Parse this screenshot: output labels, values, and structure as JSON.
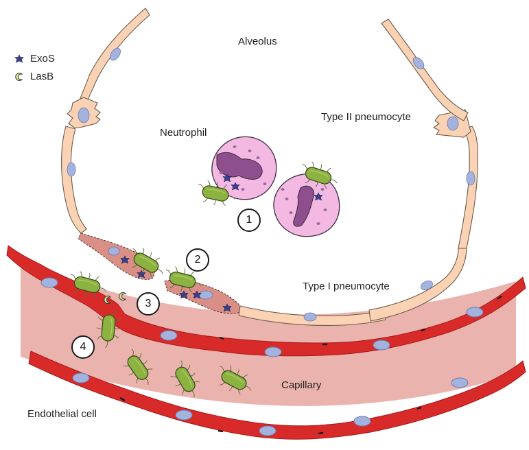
{
  "labels": {
    "alveolus": "Alveolus",
    "neutrophil": "Neutrophil",
    "type2": "Type II pneumocyte",
    "type1": "Type I pneumocyte",
    "capillary": "Capillary",
    "endothelial": "Endothelial cell"
  },
  "legend": {
    "exos": "ExoS",
    "lasb": "LasB"
  },
  "steps": [
    "1",
    "2",
    "3",
    "4"
  ],
  "colors": {
    "pneumocyte": "#fbd3b4",
    "nucleus": "#a3b3dd",
    "damaged": "#d98f86",
    "neutrophil": "#f3b9e3",
    "neutrophil_nucleus": "#8e4f8f",
    "bacterium": "#8cb33f",
    "exos": "#3a3f8c",
    "lasb": "#d7e39d",
    "capillary": "#ebb3ad",
    "endothelium": "#d92a2a"
  },
  "icons": [
    "exos-star-icon",
    "lasb-crescent-icon",
    "bacterium-icon"
  ]
}
